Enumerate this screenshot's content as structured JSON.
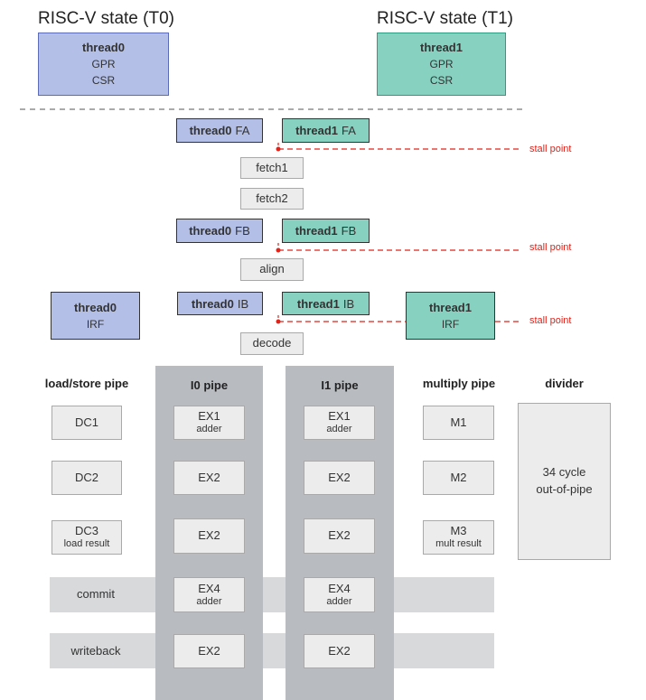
{
  "titles": {
    "t0": "RISC-V state (T0)",
    "t1": "RISC-V state (T1)"
  },
  "state": {
    "t0": {
      "name": "thread0",
      "gpr": "GPR",
      "csr": "CSR"
    },
    "t1": {
      "name": "thread1",
      "gpr": "GPR",
      "csr": "CSR"
    }
  },
  "fetch": {
    "thread0_fa": {
      "bold": "thread0",
      "suffix": "FA"
    },
    "thread1_fa": {
      "bold": "thread1",
      "suffix": "FA"
    },
    "thread0_fb": {
      "bold": "thread0",
      "suffix": "FB"
    },
    "thread1_fb": {
      "bold": "thread1",
      "suffix": "FB"
    },
    "thread0_ib": {
      "bold": "thread0",
      "suffix": "IB"
    },
    "thread1_ib": {
      "bold": "thread1",
      "suffix": "IB"
    },
    "fetch1": "fetch1",
    "fetch2": "fetch2",
    "align": "align",
    "decode": "decode"
  },
  "irf": {
    "t0": {
      "name": "thread0",
      "label": "IRF"
    },
    "t1": {
      "name": "thread1",
      "label": "IRF"
    }
  },
  "stall_label": "stall point",
  "pipes": {
    "load_store": {
      "header": "load/store pipe",
      "stages": [
        {
          "main": "DC1",
          "sub": ""
        },
        {
          "main": "DC2",
          "sub": ""
        },
        {
          "main": "DC3",
          "sub": "load result"
        }
      ]
    },
    "i0": {
      "header": "I0 pipe",
      "stages": [
        {
          "main": "EX1",
          "sub": "adder"
        },
        {
          "main": "EX2",
          "sub": ""
        },
        {
          "main": "EX2",
          "sub": ""
        },
        {
          "main": "EX4",
          "sub": "adder"
        },
        {
          "main": "EX2",
          "sub": ""
        }
      ]
    },
    "i1": {
      "header": "I1 pipe",
      "stages": [
        {
          "main": "EX1",
          "sub": "adder"
        },
        {
          "main": "EX2",
          "sub": ""
        },
        {
          "main": "EX2",
          "sub": ""
        },
        {
          "main": "EX4",
          "sub": "adder"
        },
        {
          "main": "EX2",
          "sub": ""
        }
      ]
    },
    "multiply": {
      "header": "multiply pipe",
      "stages": [
        {
          "main": "M1",
          "sub": ""
        },
        {
          "main": "M2",
          "sub": ""
        },
        {
          "main": "M3",
          "sub": "mult result"
        }
      ]
    },
    "divider": {
      "header": "divider",
      "line1": "34 cycle",
      "line2": "out-of-pipe"
    }
  },
  "bands": {
    "commit": "commit",
    "writeback": "writeback"
  },
  "colors": {
    "thread0_fill": "#b3bfe6",
    "thread0_border": "#5b6bb5",
    "thread1_fill": "#87d1c1",
    "thread1_border": "#2f9b80",
    "stall": "#e2231a"
  }
}
